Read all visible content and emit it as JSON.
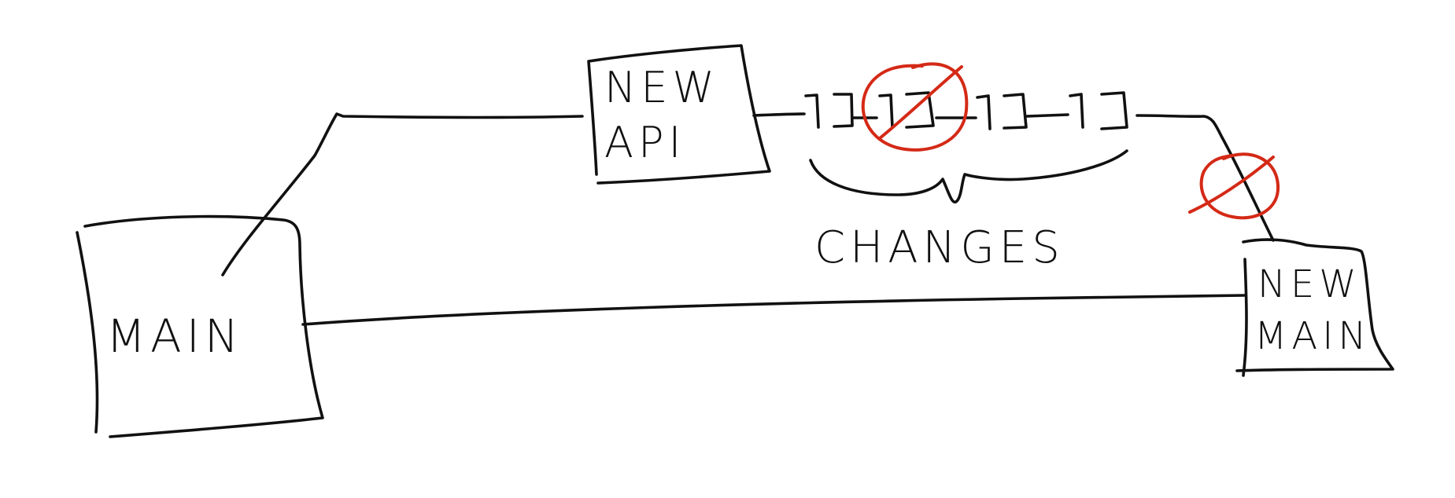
{
  "boxes": {
    "main": {
      "label": "MAIN"
    },
    "new_api": {
      "line1": "NEW",
      "line2": "API"
    },
    "new_main": {
      "line1": "NEW",
      "line2": "MAIN"
    }
  },
  "annotations": {
    "changes": "CHANGES"
  },
  "colors": {
    "ink": "#111111",
    "strike": "#d42a17"
  }
}
